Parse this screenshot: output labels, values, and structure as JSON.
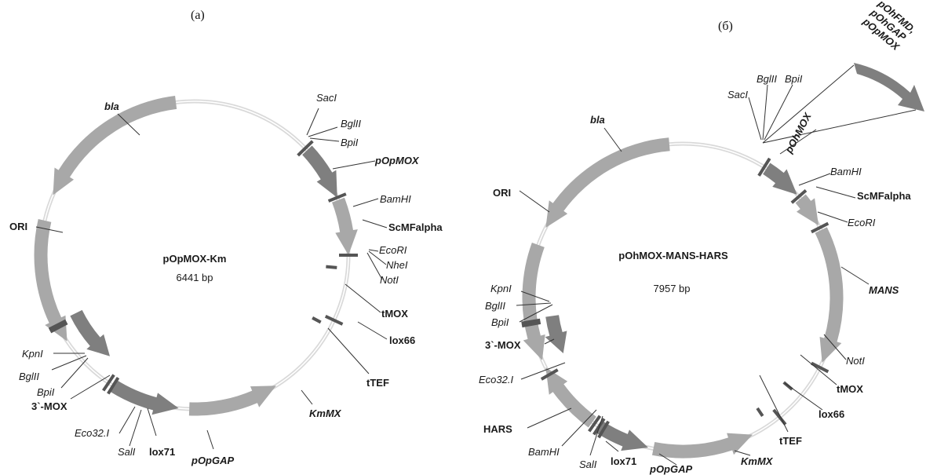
{
  "figure": {
    "a": {
      "panel_label": "(a)",
      "name": "pOpMOX-Km",
      "size": "6441 bp",
      "features": [
        {
          "label": "bla",
          "style": "bi"
        },
        {
          "label": "ORI",
          "style": "b"
        },
        {
          "label": "pOpMOX",
          "style": "bi"
        },
        {
          "label": "ScMFalpha",
          "style": "b"
        },
        {
          "label": "KmMX",
          "style": "bi"
        },
        {
          "label": "pOpGAP",
          "style": "bi"
        },
        {
          "label": "tMOX",
          "style": "b"
        },
        {
          "label": "lox66",
          "style": "b"
        },
        {
          "label": "tTEF",
          "style": "b"
        },
        {
          "label": "lox71",
          "style": "b"
        },
        {
          "label": "3`-MOX",
          "style": "b"
        }
      ],
      "sites": [
        "SacI",
        "BglII",
        "BpiI",
        "BamHI",
        "EcoRI",
        "NheI",
        "NotI",
        "KpnI",
        "BglII",
        "BpiI",
        "Eco32.I",
        "SalI"
      ]
    },
    "b": {
      "panel_label": "(б)",
      "name": "pOhMOX-MANS-HARS",
      "size": "7957 bp",
      "features": [
        {
          "label": "bla",
          "style": "bi"
        },
        {
          "label": "ORI",
          "style": "b"
        },
        {
          "label": "pOhMOX",
          "style": "bi"
        },
        {
          "label": "ScMFalpha",
          "style": "b"
        },
        {
          "label": "MANS",
          "style": "bi"
        },
        {
          "label": "tMOX",
          "style": "b"
        },
        {
          "label": "lox66",
          "style": "b"
        },
        {
          "label": "tTEF",
          "style": "b"
        },
        {
          "label": "KmMX",
          "style": "bi"
        },
        {
          "label": "pOpGAP",
          "style": "bi"
        },
        {
          "label": "lox71",
          "style": "b"
        },
        {
          "label": "HARS",
          "style": "b"
        },
        {
          "label": "3`-MOX",
          "style": "b"
        }
      ],
      "sites": [
        "SacI",
        "BglII",
        "BpiI",
        "BamHI",
        "EcoRI",
        "NotI",
        "KpnI",
        "BglII",
        "BpiI",
        "Eco32.I",
        "BamHI",
        "SalI"
      ],
      "callout": [
        "pOhFMD,",
        "pOhGAP",
        "pOpMOX"
      ]
    }
  },
  "colors": {
    "backbone": "#d9d9d9",
    "feature_light": "#a8a8a8",
    "feature_dark": "#7f7f7f",
    "site_mark": "#555555"
  }
}
